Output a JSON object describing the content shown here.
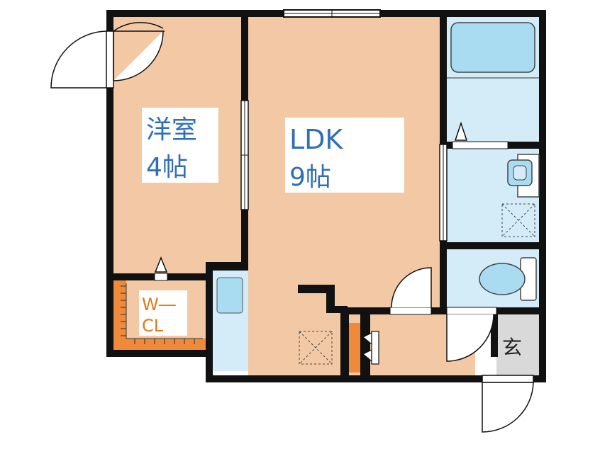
{
  "rooms": {
    "western": {
      "name": "洋室",
      "size": "4帖"
    },
    "ldk": {
      "name": "LDK",
      "size": "9帖"
    },
    "wcl": {
      "line1": "W―",
      "line2": "CL"
    },
    "genkan": {
      "name": "玄"
    }
  },
  "colors": {
    "room_floor": "#f3c8a4",
    "wet_area": "#d4ebf8",
    "fixture": "#a9dcf0",
    "wall": "#111111",
    "storage_accent": "#ee8a3a",
    "entrance": "#d9d9d9",
    "label_text": "#2f6fb5",
    "wcl_text": "#e07a1a"
  }
}
